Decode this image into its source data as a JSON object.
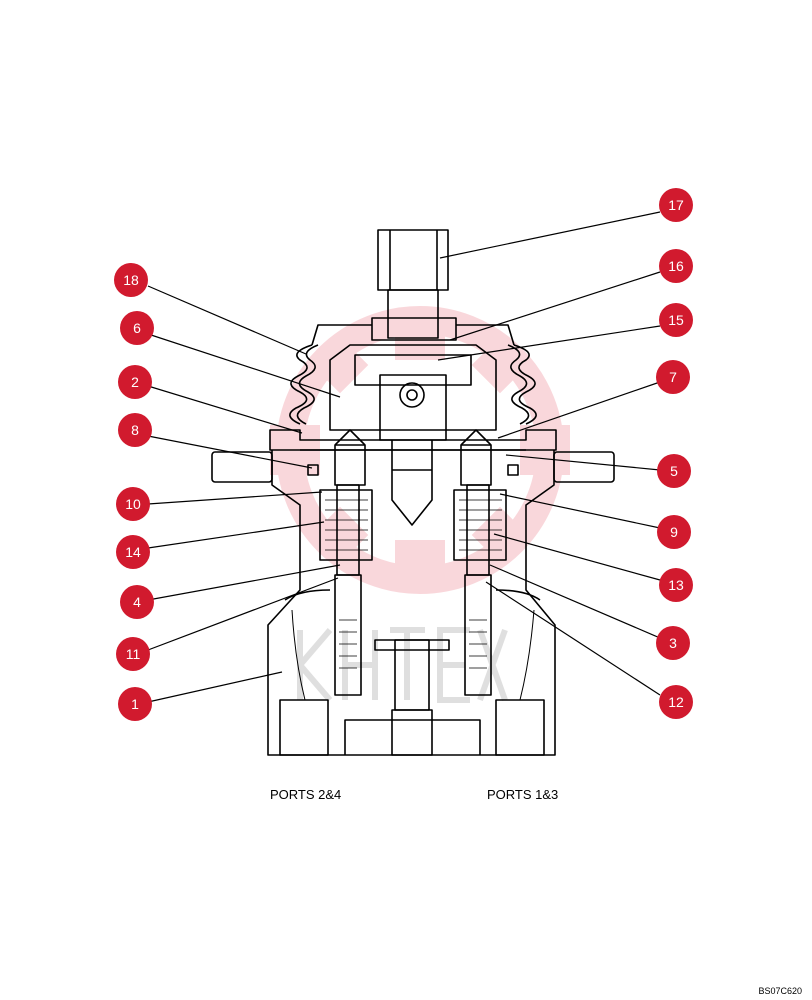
{
  "diagram": {
    "ports_left_label": "PORTS 2&4",
    "ports_right_label": "PORTS 1&3",
    "drawing_code": "BS07C620",
    "callout_color": "#d11a2e",
    "line_color": "#000000",
    "callouts": [
      "17",
      "16",
      "15",
      "7",
      "5",
      "9",
      "13",
      "3",
      "12",
      "18",
      "6",
      "2",
      "8",
      "10",
      "14",
      "4",
      "11",
      "1"
    ]
  }
}
